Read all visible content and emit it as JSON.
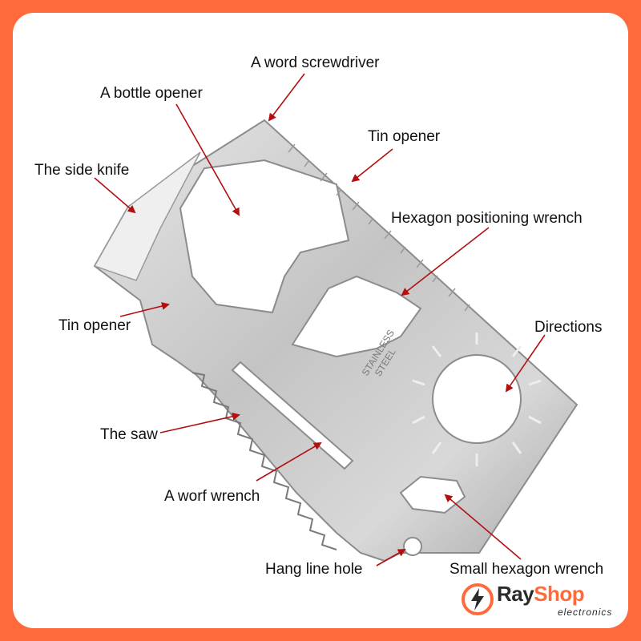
{
  "labels": {
    "word_screwdriver": "A word screwdriver",
    "bottle_opener": "A bottle opener",
    "side_knife": "The side knife",
    "tin_opener_top": "Tin opener",
    "hex_positioning_wrench": "Hexagon positioning wrench",
    "tin_opener_left": "Tin opener",
    "directions": "Directions",
    "saw": "The saw",
    "worf_wrench": "A worf wrench",
    "hang_line_hole": "Hang line hole",
    "small_hex_wrench": "Small hexagon wrench"
  },
  "engraving": {
    "line1": "STAINLESS",
    "line2": "STEEL"
  },
  "logo": {
    "brand_part1": "Ray",
    "brand_part2": "Shop",
    "subtitle": "electronics"
  },
  "colors": {
    "border": "#ff6a3d",
    "arrow": "#b30f0f",
    "steel_light": "#d9d9d9",
    "steel_dark": "#8c8c8c",
    "brand_accent": "#ff6a3d"
  }
}
